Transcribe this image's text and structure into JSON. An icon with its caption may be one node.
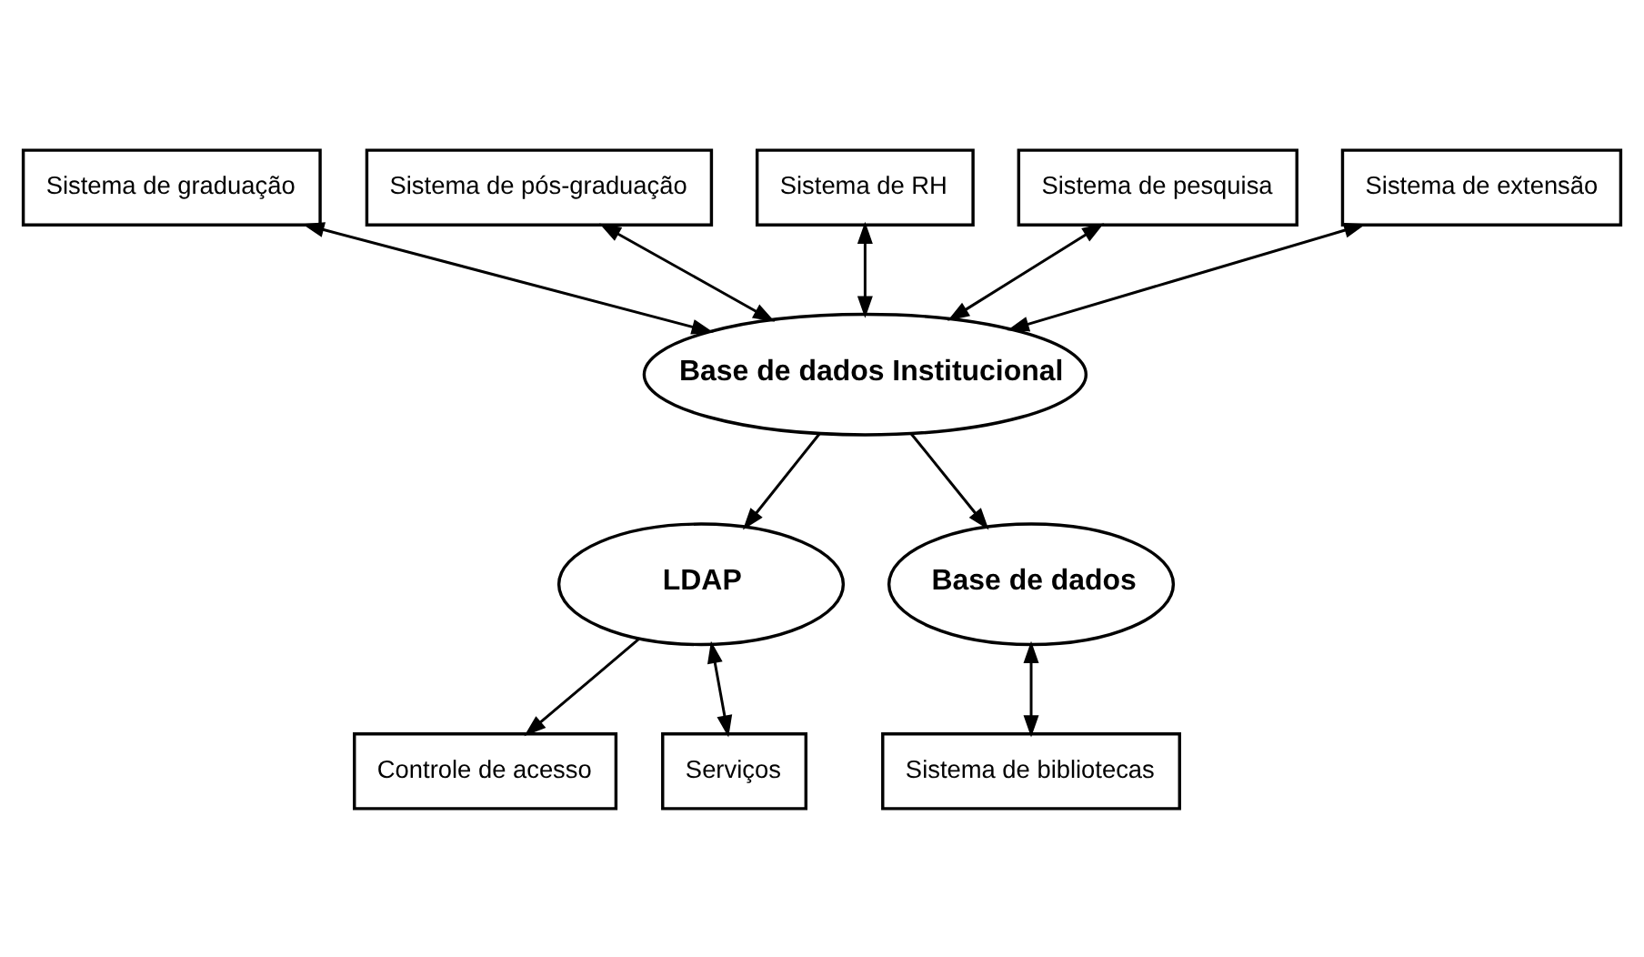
{
  "diagram": {
    "nodes": [
      {
        "text": [
          "Sistema de graduação"
        ]
      },
      {
        "text": [
          "Sistema de pós-graduação"
        ]
      },
      {
        "text": [
          "Sistema de RH"
        ]
      },
      {
        "text": [
          "Sistema de pesquisa"
        ]
      },
      {
        "text": [
          "Sistema de extensão"
        ]
      },
      {
        "text": [
          "Base de dados Institucional"
        ]
      },
      {
        "text": [
          "LDAP"
        ]
      },
      {
        "text": [
          "Base de dados"
        ]
      },
      {
        "text": [
          "Controle de acesso"
        ]
      },
      {
        "text": [
          "Serviços"
        ]
      },
      {
        "text": [
          "Sistema de bibliotecas"
        ]
      }
    ],
    "edges": [
      {
        "from": 0,
        "to": 5,
        "arrow": "both"
      },
      {
        "from": 1,
        "to": 5,
        "arrow": "both"
      },
      {
        "from": 2,
        "to": 5,
        "arrow": "both"
      },
      {
        "from": 3,
        "to": 5,
        "arrow": "both"
      },
      {
        "from": 4,
        "to": 5,
        "arrow": "both"
      },
      {
        "from": 5,
        "to": 6,
        "arrow": "to"
      },
      {
        "from": 5,
        "to": 7,
        "arrow": "to"
      },
      {
        "from": 6,
        "to": 8,
        "arrow": "to"
      },
      {
        "from": 6,
        "to": 9,
        "arrow": "both"
      },
      {
        "from": 7,
        "to": 10,
        "arrow": "both"
      }
    ]
  }
}
